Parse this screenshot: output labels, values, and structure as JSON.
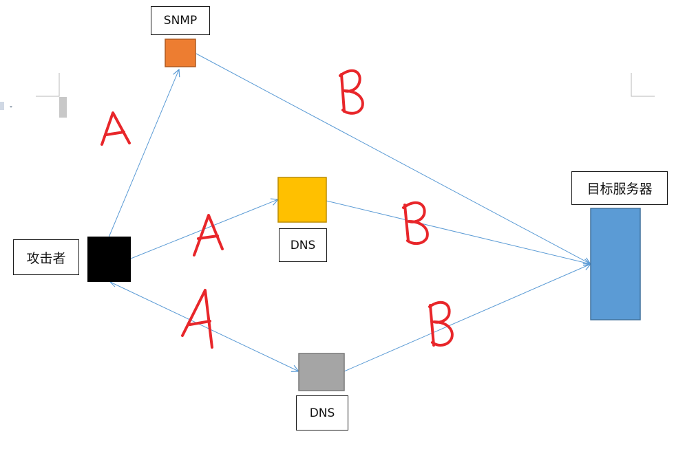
{
  "nodes": {
    "attacker": {
      "label": "攻击者",
      "color": "#000000"
    },
    "snmp": {
      "label": "SNMP",
      "color": "#ED7D31",
      "border": "#AE5A21"
    },
    "dns_yellow": {
      "label": "DNS",
      "color": "#FFC000",
      "border": "#BC8C00"
    },
    "dns_gray": {
      "label": "DNS",
      "color": "#A5A5A5",
      "border": "#787878"
    },
    "target": {
      "label": "目标服务器",
      "color": "#5B9BD5",
      "border": "#41719C"
    }
  },
  "edges": [
    {
      "from": "attacker",
      "to": "snmp",
      "annotation": "A"
    },
    {
      "from": "attacker",
      "to": "dns_yellow",
      "annotation": "A"
    },
    {
      "from": "attacker",
      "to": "dns_gray",
      "annotation": "A"
    },
    {
      "from": "snmp",
      "to": "target",
      "annotation": "B"
    },
    {
      "from": "dns_yellow",
      "to": "target",
      "annotation": "B"
    },
    {
      "from": "dns_gray",
      "to": "target",
      "annotation": "B"
    }
  ],
  "colors": {
    "arrow": "#5B9BD5",
    "annotation": "#E8262A"
  },
  "annotations": {
    "a1": "A",
    "a2": "A",
    "a3": "A",
    "b1": "B",
    "b2": "B",
    "b3": "B"
  }
}
